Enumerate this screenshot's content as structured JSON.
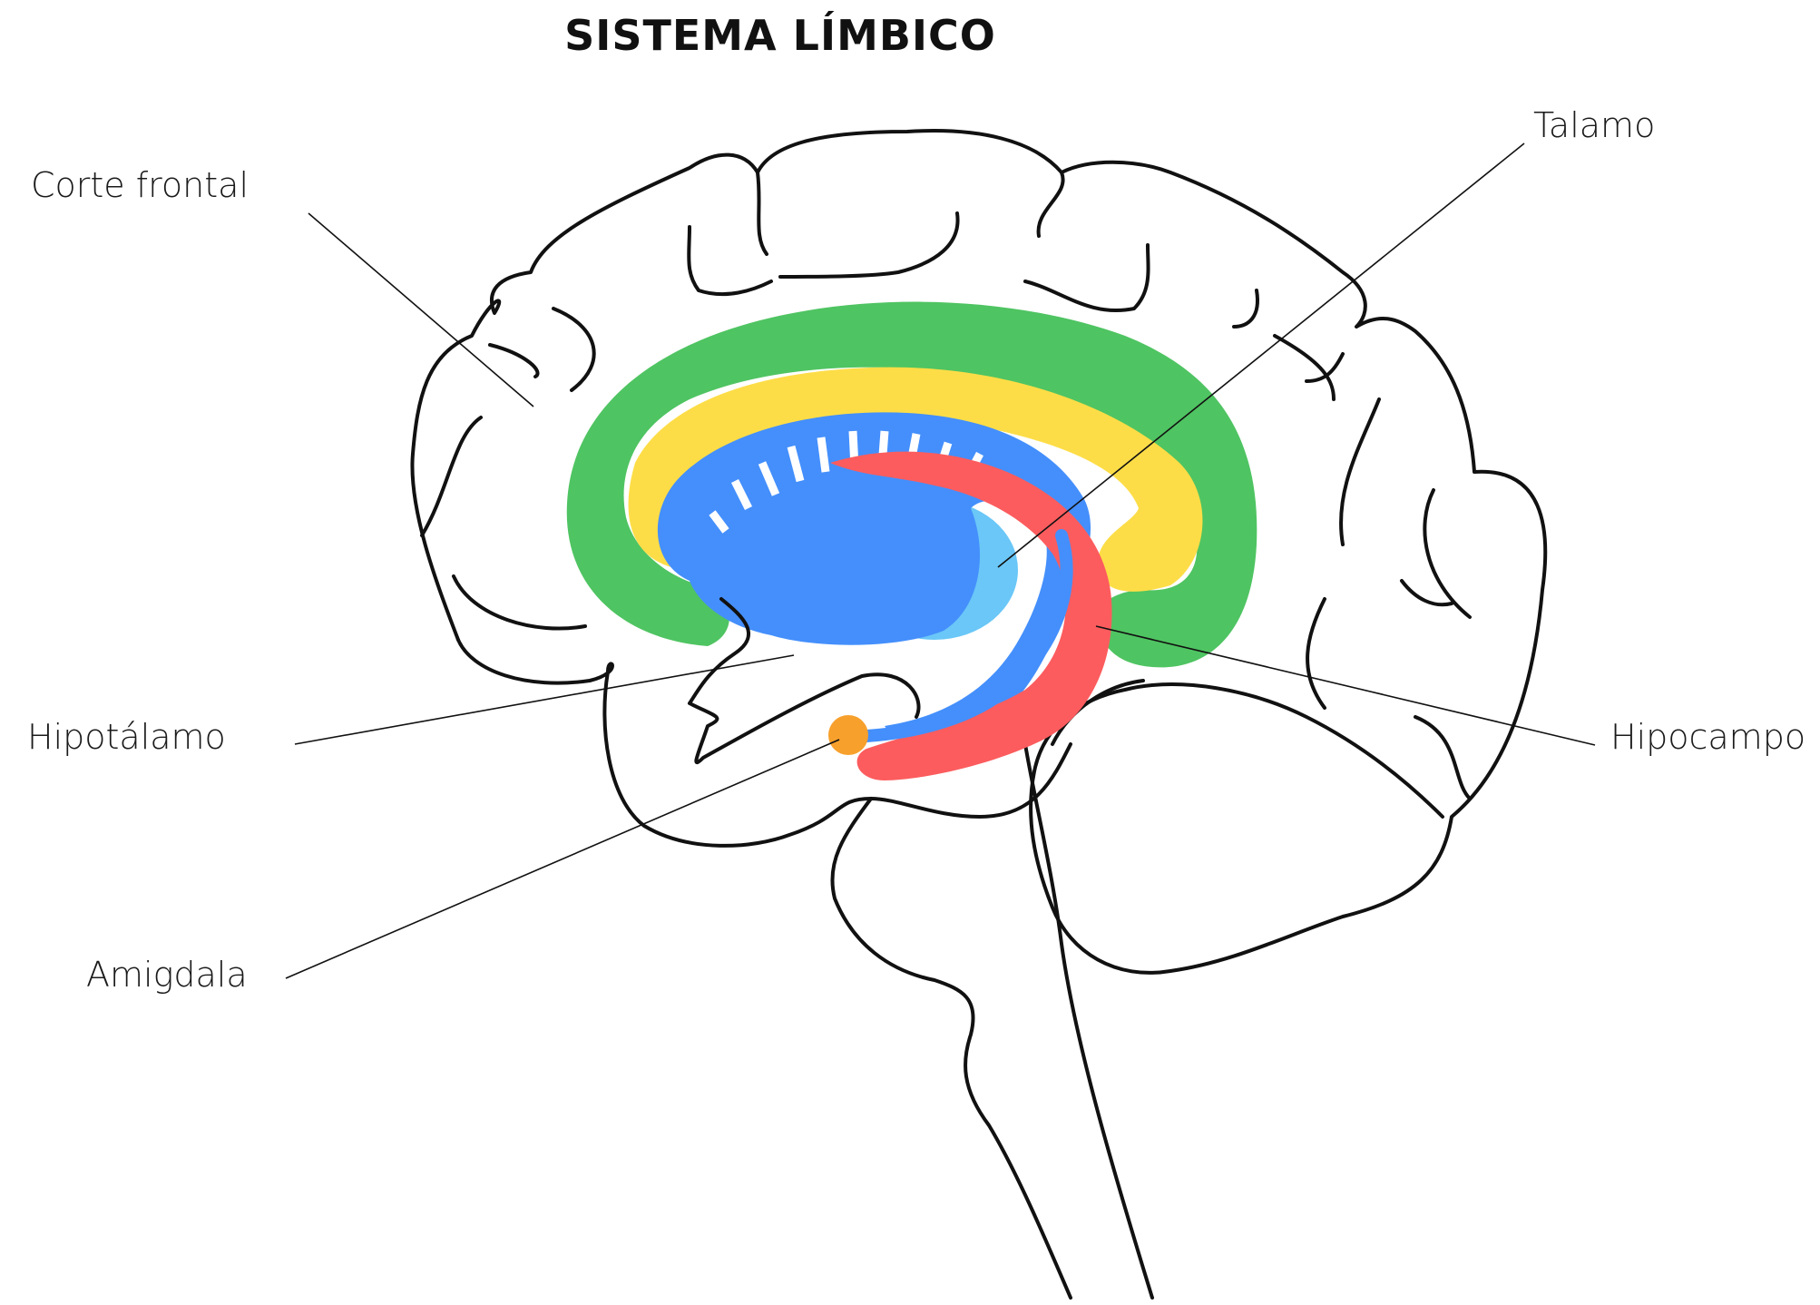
{
  "title": "SISTEMA LÍMBICO",
  "labels": {
    "corte_frontal": "Corte frontal",
    "talamo": "Talamo",
    "hipotalamo": "Hipotálamo",
    "hipocampo": "Hipocampo",
    "amigdala": "Amigdala"
  },
  "colors": {
    "cingulate_green": "#4fc462",
    "fornix_yellow": "#fddd47",
    "thalamus_blue": "#448ffc",
    "thalamus_light_blue": "#6ac7f7",
    "hippocampus_red": "#fc5c5e",
    "amygdala_orange": "#f7a02c",
    "outline": "#111111"
  }
}
